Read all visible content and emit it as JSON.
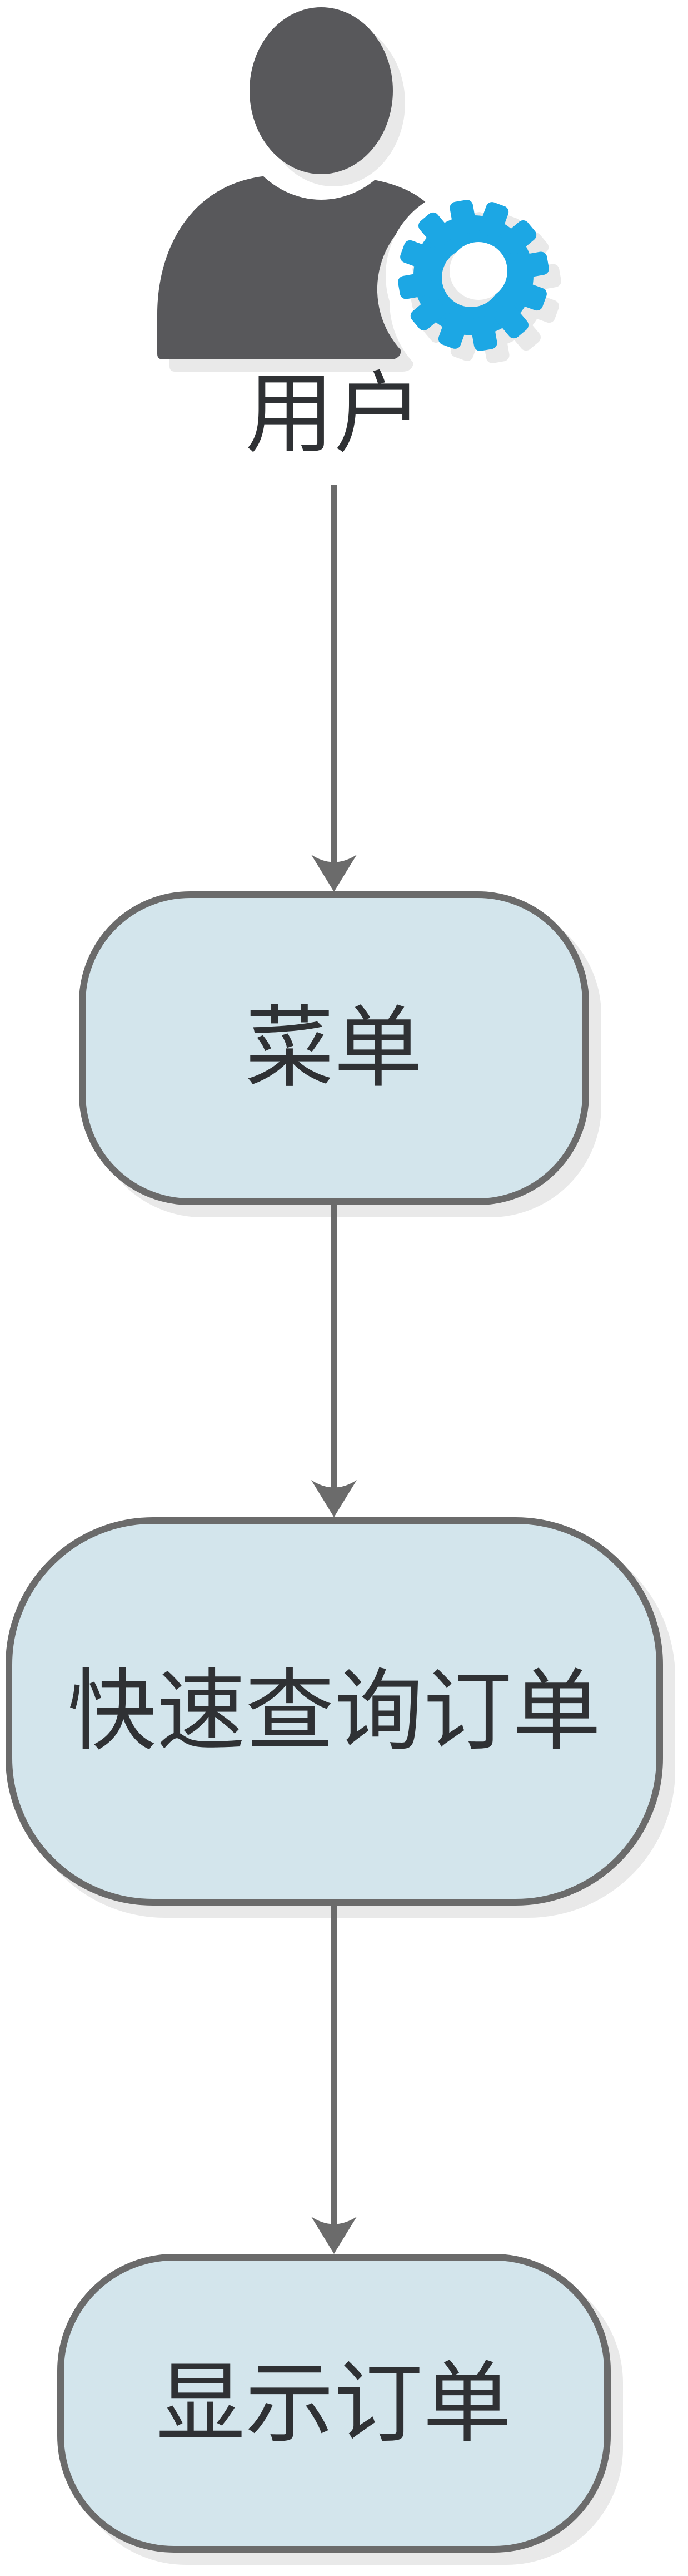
{
  "diagram": {
    "type": "flowchart",
    "actor": {
      "id": "user",
      "label": "用户",
      "icon": "user-with-gear-icon"
    },
    "nodes": [
      {
        "id": "menu",
        "label": "菜单",
        "shape": "rounded-rectangle"
      },
      {
        "id": "quick-query-order",
        "label": "快速查询订单",
        "shape": "rounded-rectangle"
      },
      {
        "id": "display-order",
        "label": "显示订单",
        "shape": "rounded-rectangle"
      }
    ],
    "edges": [
      {
        "from": "user",
        "to": "menu",
        "style": "arrow-down"
      },
      {
        "from": "menu",
        "to": "quick-query-order",
        "style": "arrow-down"
      },
      {
        "from": "quick-query-order",
        "to": "display-order",
        "style": "arrow-down"
      }
    ]
  },
  "colors": {
    "node_fill": "#d3e5ec",
    "node_border": "#6b6b6b",
    "arrow": "#6b6b6b",
    "shadow": "#e9e9e9",
    "figure_dark": "#58585b",
    "gear_blue": "#1ca7e4",
    "text": "#2f3134",
    "background": "#ffffff"
  }
}
